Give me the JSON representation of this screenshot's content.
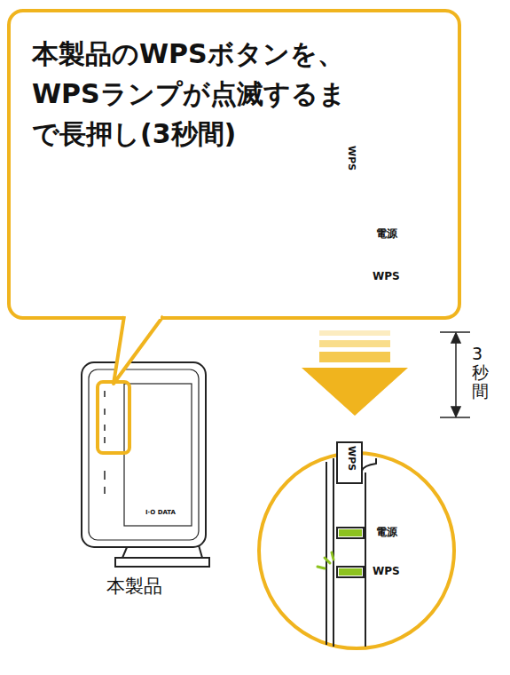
{
  "diagram": {
    "nodes": [
      {
        "text": [
          "本製品のWPSボタンを、WPSランプが点滅するまで長押し(3秒間)"
        ]
      }
    ],
    "labels": [
      "WPS",
      "電源",
      "WPS",
      "3秒間",
      "I·O DATA",
      "本製品",
      "WPS",
      "電源",
      "WPS"
    ]
  }
}
